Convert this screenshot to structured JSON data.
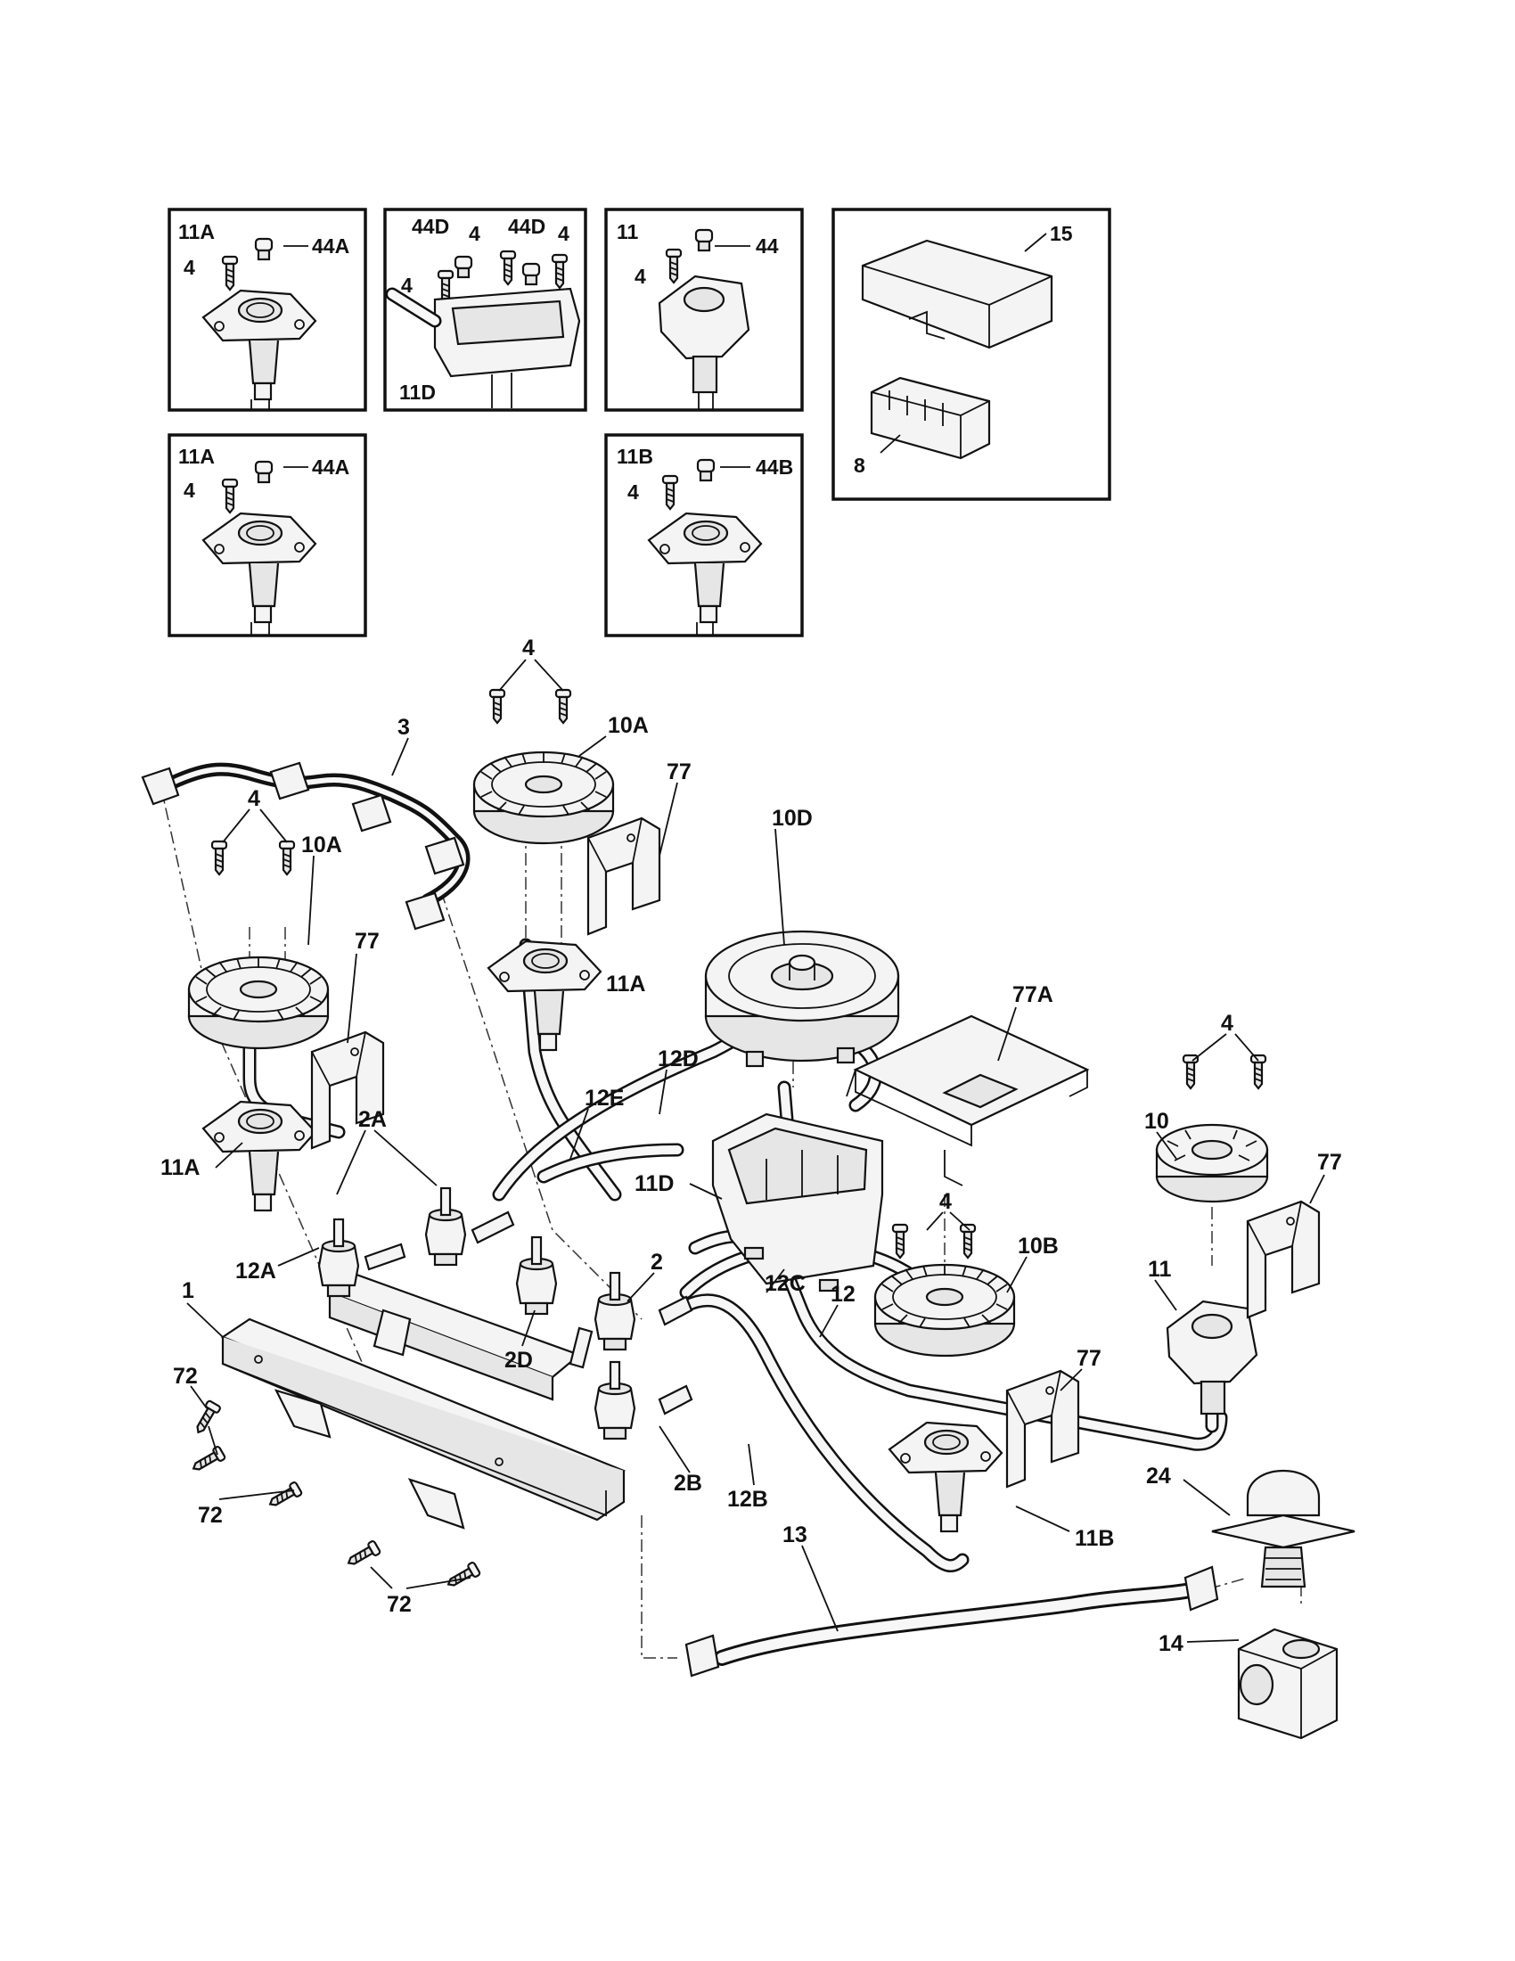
{
  "insets": [
    {
      "title": "11A",
      "labels": [
        "4",
        "44A"
      ]
    },
    {
      "title": "11D",
      "labels": [
        "44D",
        "4",
        "44D",
        "4",
        "4"
      ]
    },
    {
      "title": "11",
      "labels": [
        "4",
        "44"
      ]
    },
    {
      "title": "",
      "labels": [
        "15",
        "8"
      ]
    },
    {
      "title": "11A",
      "labels": [
        "4",
        "44A"
      ]
    },
    {
      "title": "11B",
      "labels": [
        "4",
        "44B"
      ]
    }
  ],
  "callouts": [
    "4",
    "10A",
    "3",
    "77",
    "10D",
    "4",
    "10A",
    "77",
    "11A",
    "77A",
    "12D",
    "12E",
    "4",
    "10",
    "2A",
    "11A",
    "11D",
    "77",
    "4",
    "10B",
    "11",
    "2",
    "12",
    "1",
    "12A",
    "72",
    "2D",
    "12C",
    "77",
    "2B",
    "24",
    "72",
    "12B",
    "11B",
    "13",
    "72",
    "14"
  ]
}
